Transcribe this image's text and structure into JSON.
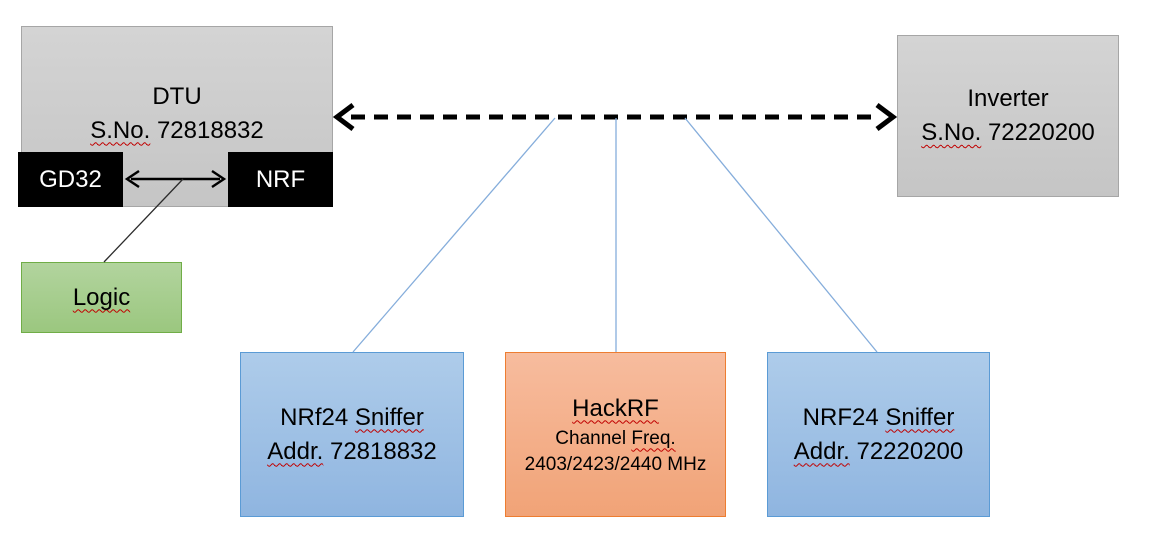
{
  "nodes": {
    "dtu": {
      "name": "DTU",
      "serial_label": "S.No.",
      "serial_number": "72818832"
    },
    "gd32": {
      "label": "GD32"
    },
    "nrf": {
      "label": "NRF"
    },
    "logic": {
      "label": "Logic"
    },
    "inverter": {
      "name": "Inverter",
      "serial_label": "S.No.",
      "serial_number": "72220200"
    },
    "sniffer_left": {
      "model": "NRf24",
      "role": "Sniffer",
      "addr_label": "Addr.",
      "addr_value": "72818832"
    },
    "hackrf": {
      "name": "HackRF",
      "subtitle_prefix": "Channel",
      "subtitle_word": "Freq.",
      "frequencies": "2403/2423/2440 MHz"
    },
    "sniffer_right": {
      "model": "NRF24",
      "role": "Sniffer",
      "addr_label": "Addr.",
      "addr_value": "72220200"
    }
  },
  "colors": {
    "gray_fill": "#CDCDCD",
    "gray_border": "#A6A6A6",
    "black_fill": "#000000",
    "green_fill": "#A9CE95",
    "green_border": "#70AD47",
    "blue_fill": "#A5C6E8",
    "blue_border": "#5B9BD5",
    "orange_fill": "#F4AF8B",
    "orange_border": "#ED7D31",
    "connector_blue": "#85ADDB",
    "arrow_black": "#000000",
    "squiggle_red": "#C00000"
  }
}
